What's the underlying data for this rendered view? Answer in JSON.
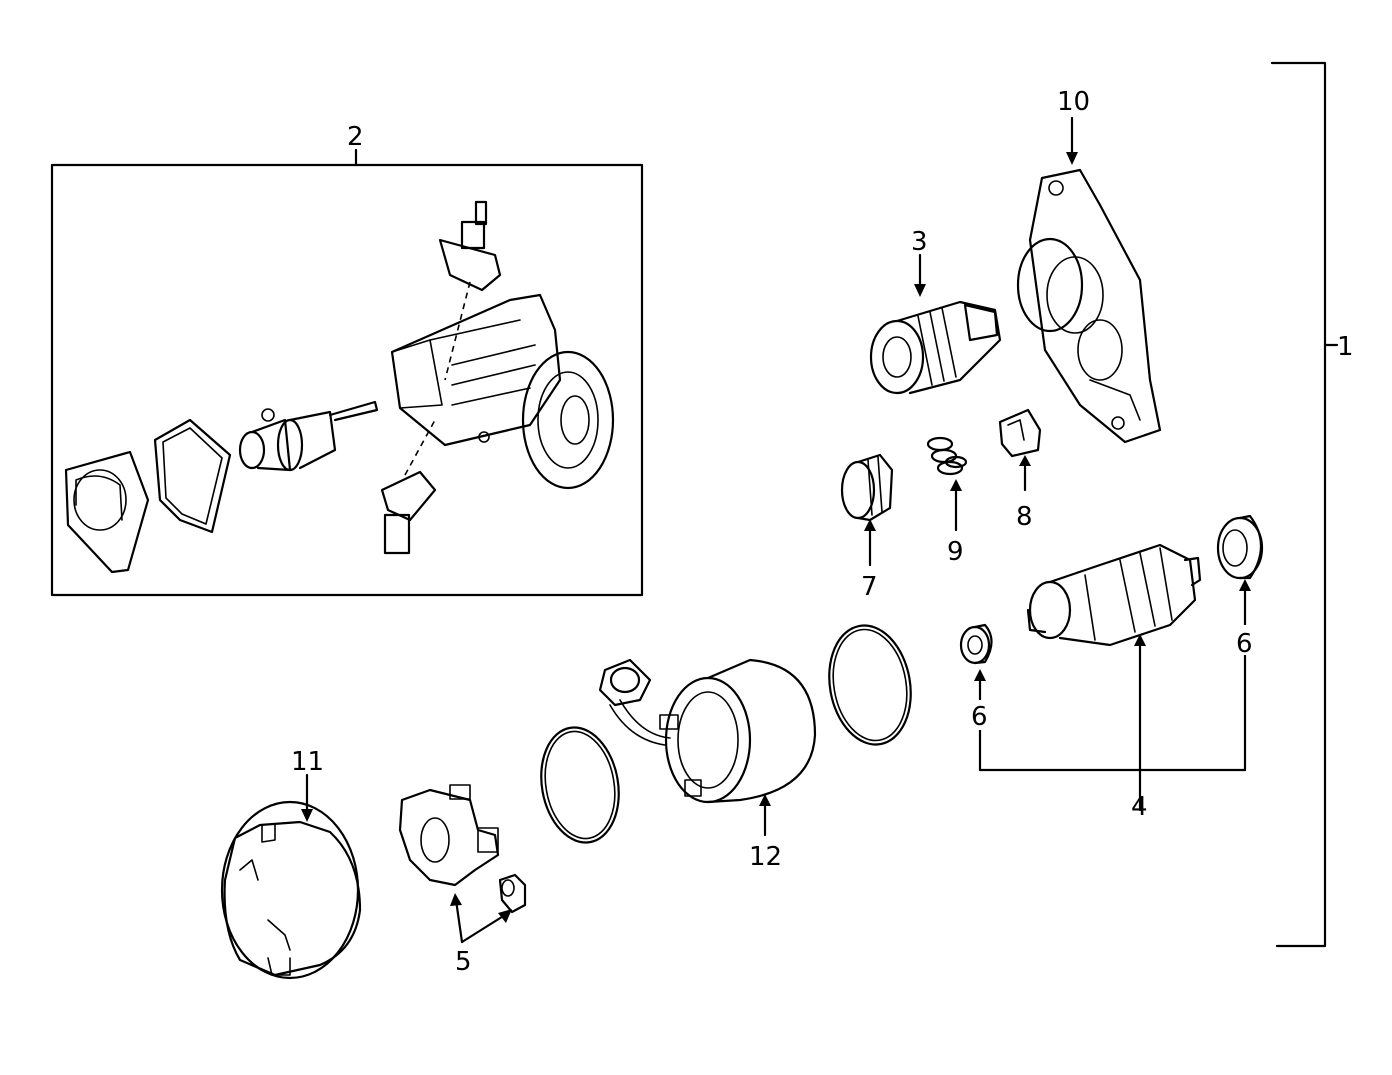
{
  "callouts": {
    "c1": "1",
    "c2": "2",
    "c3": "3",
    "c4": "4",
    "c5": "5",
    "c6a": "6",
    "c6b": "6",
    "c7": "7",
    "c8": "8",
    "c9": "9",
    "c10": "10",
    "c11": "11",
    "c12": "12"
  }
}
